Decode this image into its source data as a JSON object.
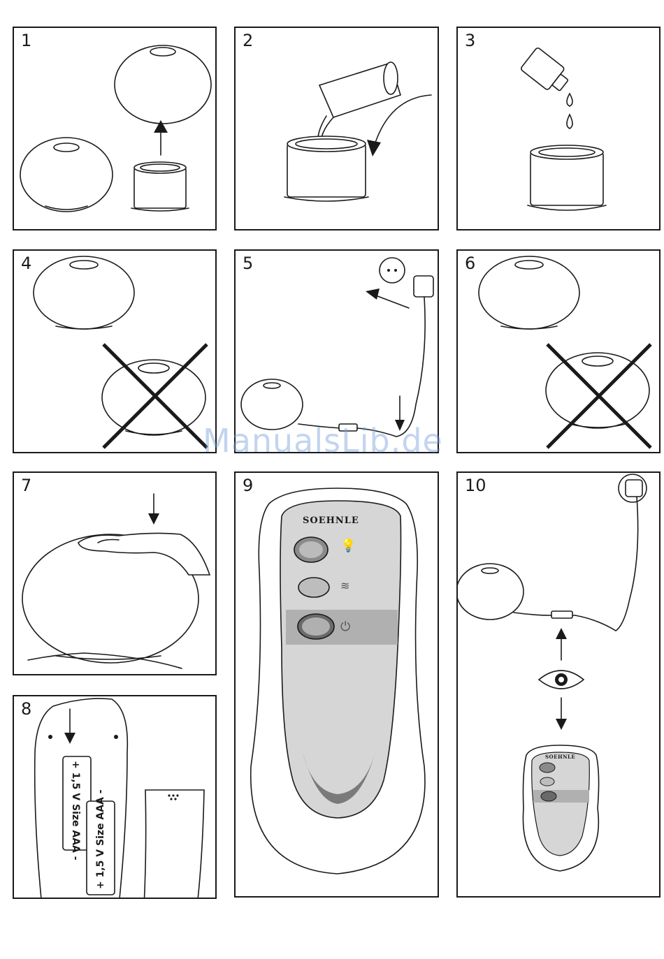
{
  "panels": [
    {
      "number": "1"
    },
    {
      "number": "2"
    },
    {
      "number": "3"
    },
    {
      "number": "4"
    },
    {
      "number": "5"
    },
    {
      "number": "6"
    },
    {
      "number": "7"
    },
    {
      "number": "8"
    },
    {
      "number": "9"
    },
    {
      "number": "10"
    }
  ],
  "remote": {
    "brand": "SOEHNLE",
    "buttons": [
      {
        "icon": "light-bulb-icon"
      },
      {
        "icon": "steam-icon"
      },
      {
        "icon": "power-icon"
      }
    ]
  },
  "battery": {
    "cell_1": "+ 1,5 V Size AAA -",
    "cell_2": "+ 1,5 V Size AAA -"
  },
  "watermark": "ManualsLib.de"
}
